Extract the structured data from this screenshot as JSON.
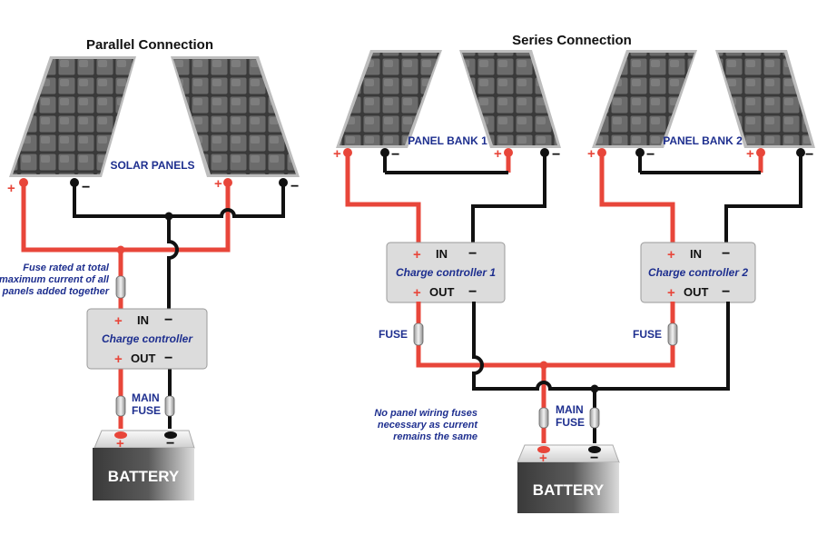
{
  "parallel": {
    "title": "Parallel Connection",
    "panels_label": "SOLAR PANELS",
    "fuse_note": [
      "Fuse rated at total",
      "maximum current of all",
      "panels added together"
    ],
    "controller": {
      "name": "Charge controller",
      "in": "IN",
      "out": "OUT"
    },
    "main_fuse": [
      "MAIN",
      "FUSE"
    ],
    "battery": "BATTERY"
  },
  "series": {
    "title": "Series Connection",
    "bank1": "PANEL BANK 1",
    "bank2": "PANEL BANK 2",
    "controller1": {
      "name": "Charge controller 1",
      "in": "IN",
      "out": "OUT"
    },
    "controller2": {
      "name": "Charge controller 2",
      "in": "IN",
      "out": "OUT"
    },
    "fuse": "FUSE",
    "note": [
      "No panel wiring fuses",
      "necessary as current",
      "remains the same"
    ],
    "main_fuse": [
      "MAIN",
      "FUSE"
    ],
    "battery": "BATTERY"
  },
  "terminals": {
    "plus": "+",
    "minus": "−"
  },
  "colors": {
    "positive_wire": "#e8463a",
    "negative_wire": "#111111",
    "label_blue": "#1e2f8f",
    "controller_fill": "#dcdcdc",
    "battery_fill": "#4a4a4a"
  }
}
